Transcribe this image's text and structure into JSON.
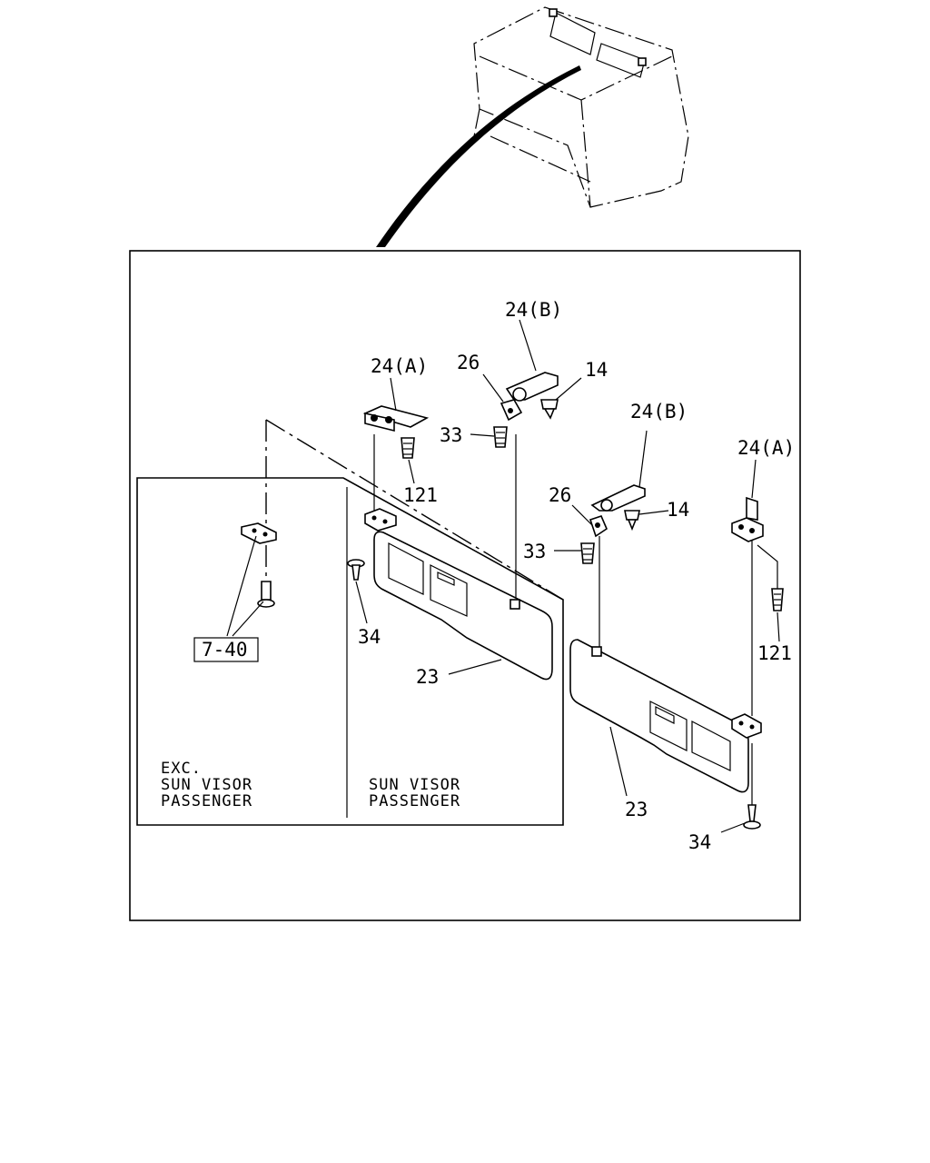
{
  "callouts": {
    "bracket_b_1": "24(B)",
    "bracket_a_1": "24(A)",
    "clip_26_1": "26",
    "screw_14_1": "14",
    "bolt_33_1": "33",
    "screw_121_1": "121",
    "bracket_b_2": "24(B)",
    "bracket_a_2": "24(A)",
    "clip_26_2": "26",
    "screw_14_2": "14",
    "bolt_33_2": "33",
    "screw_121_2": "121",
    "screw_34_1": "34",
    "visor_23_1": "23",
    "visor_23_2": "23",
    "screw_34_2": "34",
    "reference": "7-40"
  },
  "notes": {
    "exc_line1": "EXC.",
    "exc_line2": "SUN VISOR",
    "exc_line3": "PASSENGER",
    "pass_line1": "SUN VISOR",
    "pass_line2": "PASSENGER"
  }
}
